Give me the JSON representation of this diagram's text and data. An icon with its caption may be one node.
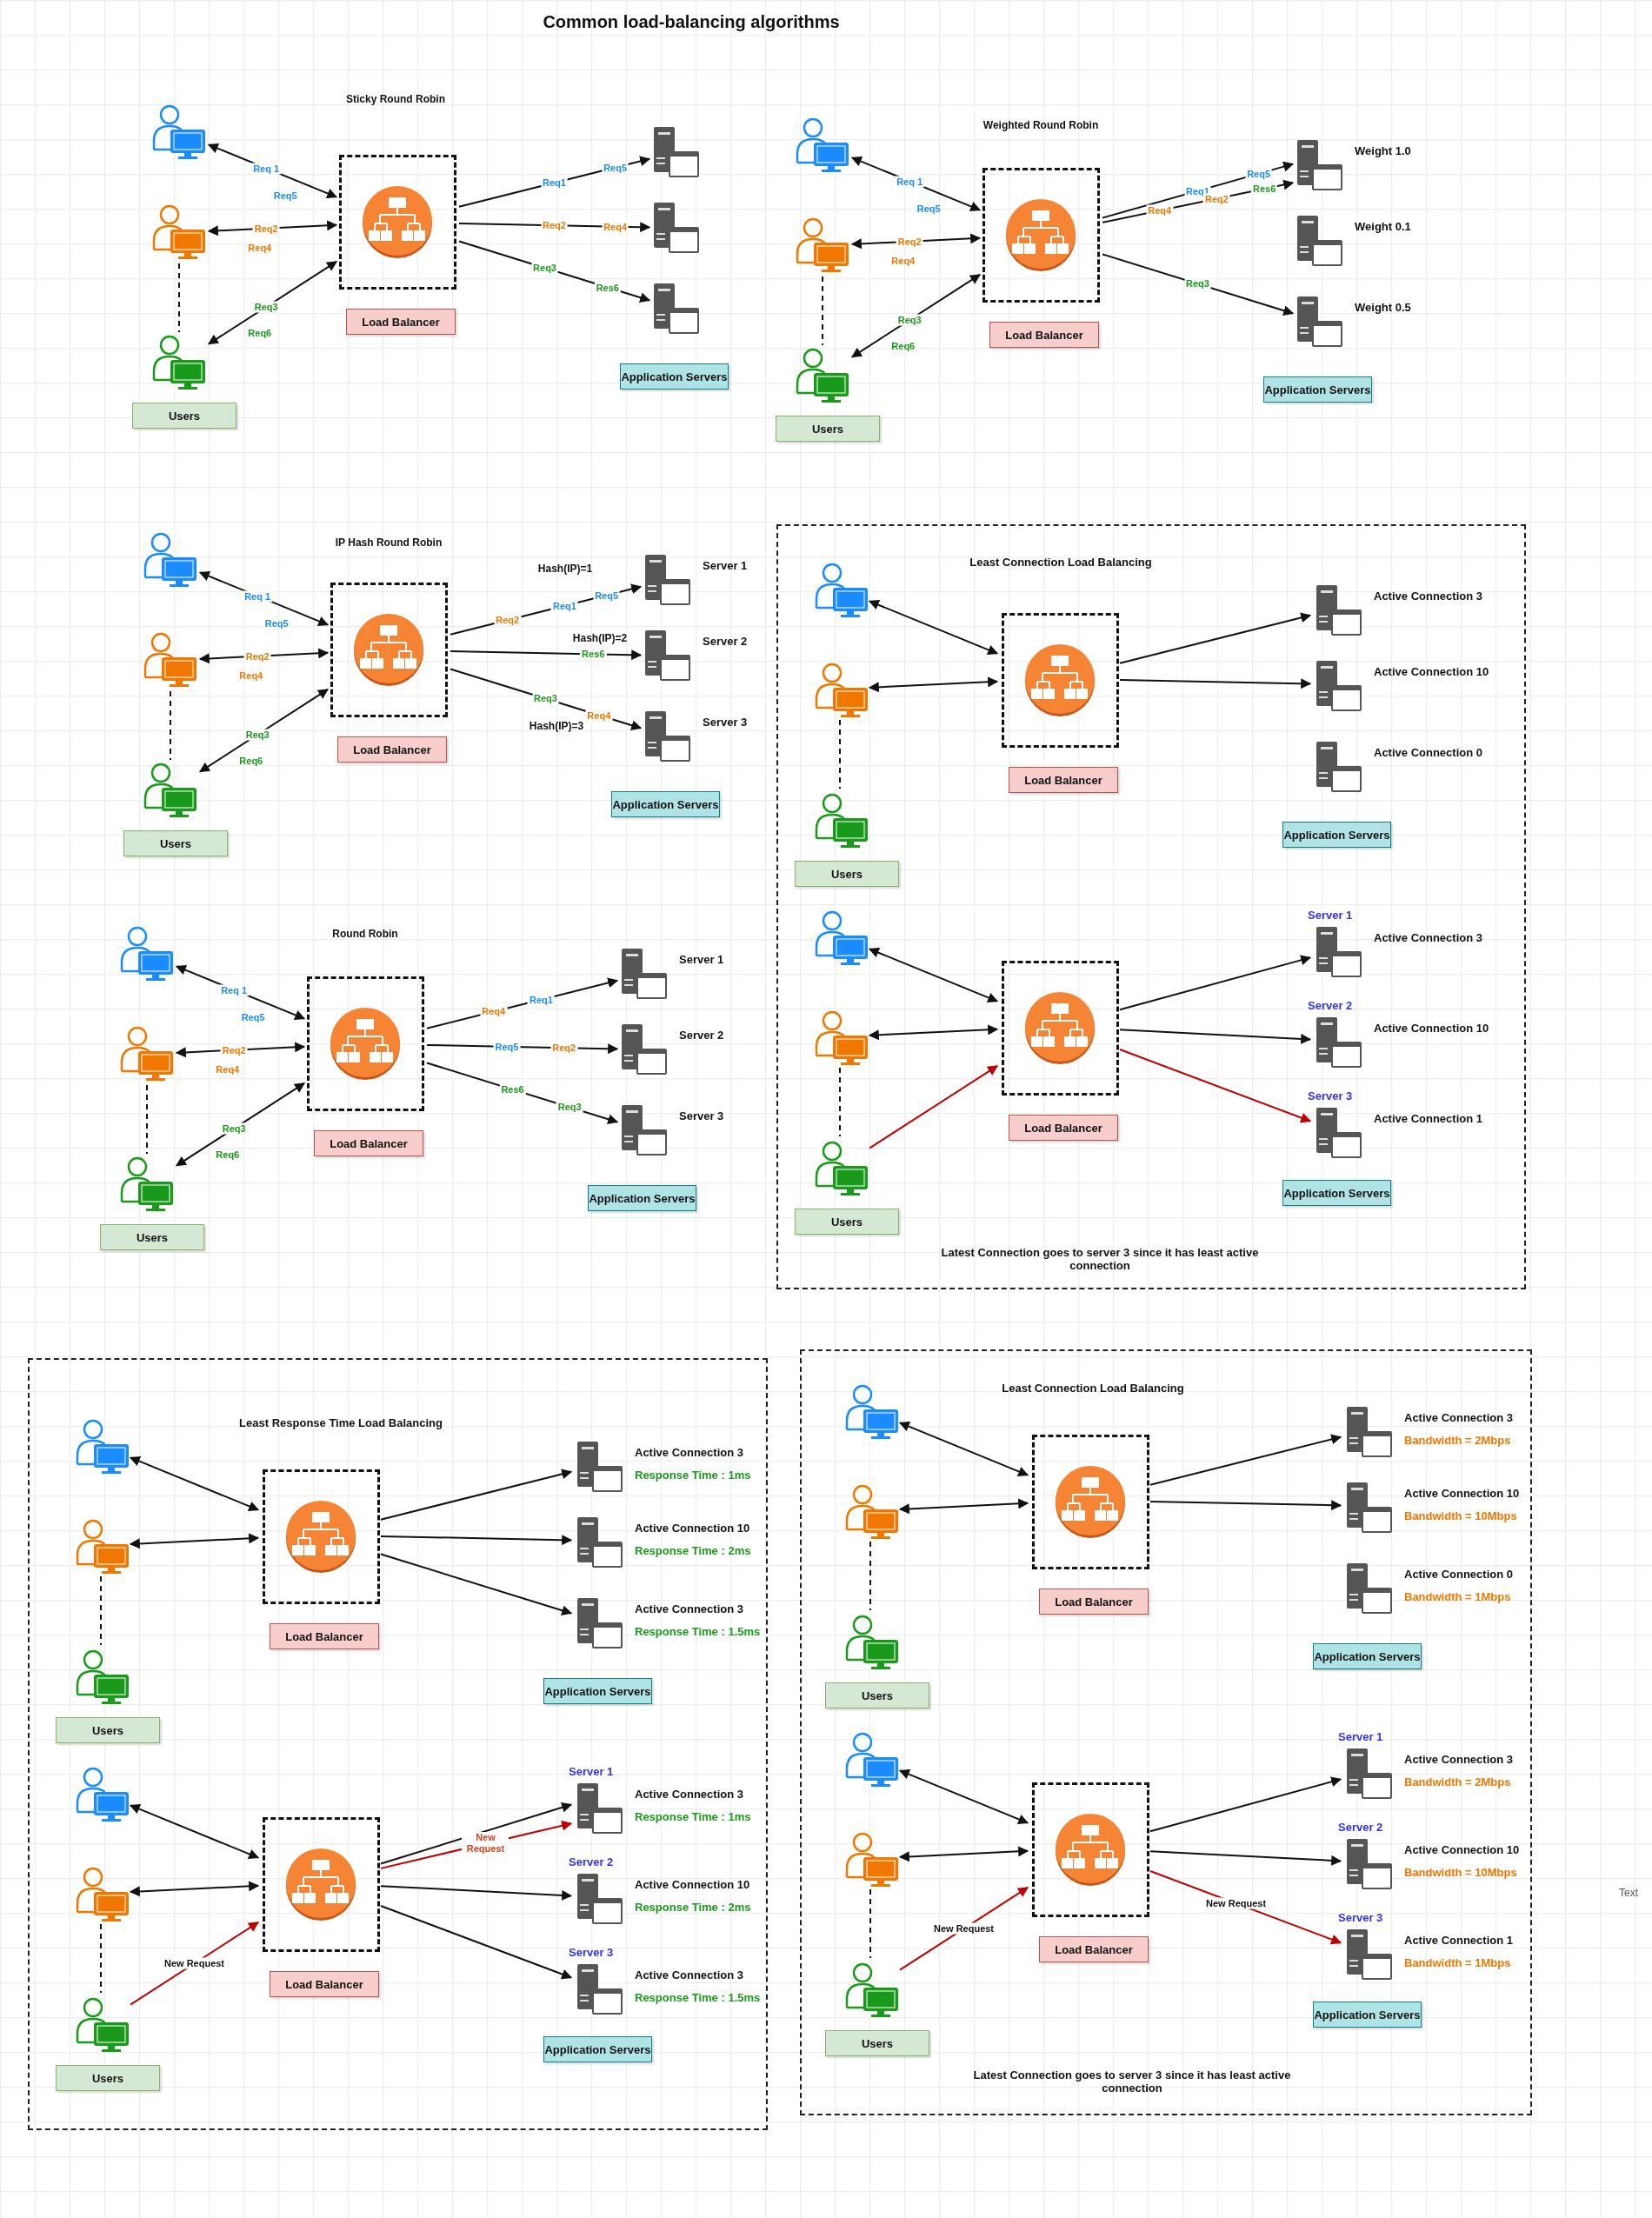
{
  "diagram": {
    "title": "Common load-balancing algorithms",
    "nodes": [
      {
        "text": [],
        "shape": "person"
      },
      {
        "text": [],
        "shape": "person"
      },
      {
        "text": [],
        "shape": "person"
      },
      {
        "text": [],
        "shape": "box"
      },
      {
        "text": [
          "Load Balancer"
        ]
      },
      {
        "text": [
          "Users"
        ]
      },
      {
        "text": [],
        "shape": "server"
      },
      {
        "text": [],
        "shape": "server"
      },
      {
        "text": [],
        "shape": "server"
      },
      {
        "text": [
          "Application Servers"
        ]
      },
      {
        "text": [],
        "shape": "person"
      },
      {
        "text": [],
        "shape": "person"
      },
      {
        "text": [],
        "shape": "person"
      },
      {
        "text": [],
        "shape": "box"
      },
      {
        "text": [
          "Load Balancer"
        ]
      },
      {
        "text": [
          "Users"
        ]
      },
      {
        "text": [],
        "shape": "server",
        "beside": [
          "Weight 1.0"
        ]
      },
      {
        "text": [],
        "shape": "server",
        "beside": [
          "Weight 0.1"
        ]
      },
      {
        "text": [],
        "shape": "server",
        "beside": [
          "Weight 0.5"
        ]
      },
      {
        "text": [
          "Application Servers"
        ]
      },
      {
        "text": [],
        "shape": "person"
      },
      {
        "text": [],
        "shape": "person"
      },
      {
        "text": [],
        "shape": "person"
      },
      {
        "text": [],
        "shape": "box"
      },
      {
        "text": [
          "Load Balancer"
        ]
      },
      {
        "text": [
          "Users"
        ]
      },
      {
        "text": [],
        "shape": "server",
        "beside": [
          "Server 1"
        ]
      },
      {
        "text": [],
        "shape": "server",
        "beside": [
          "Server 2"
        ]
      },
      {
        "text": [],
        "shape": "server",
        "beside": [
          "Server 3"
        ]
      },
      {
        "text": [
          "Application Servers"
        ]
      },
      {
        "text": [],
        "shape": "person"
      },
      {
        "text": [],
        "shape": "person"
      },
      {
        "text": [],
        "shape": "person"
      },
      {
        "text": [],
        "shape": "box"
      },
      {
        "text": [
          "Load Balancer"
        ]
      },
      {
        "text": [
          "Users"
        ]
      },
      {
        "text": [],
        "shape": "server",
        "beside": [
          "Server 1"
        ]
      },
      {
        "text": [],
        "shape": "server",
        "beside": [
          "Server 2"
        ]
      },
      {
        "text": [],
        "shape": "server",
        "beside": [
          "Server 3"
        ]
      },
      {
        "text": [
          "Application Servers"
        ]
      },
      {
        "text": [
          "Least Connection Load Balancing",
          "Latest Connection goes to server 3 since it has least active connection"
        ]
      },
      {
        "text": [],
        "shape": "person",
        "in": 40
      },
      {
        "text": [],
        "shape": "person",
        "in": 40
      },
      {
        "text": [],
        "shape": "person",
        "in": 40
      },
      {
        "text": [],
        "shape": "box",
        "in": 40
      },
      {
        "text": [
          "Load Balancer"
        ],
        "in": 40
      },
      {
        "text": [
          "Users"
        ],
        "in": 40
      },
      {
        "text": [],
        "shape": "server",
        "beside": [
          "Active Connection 3"
        ],
        "in": 40
      },
      {
        "text": [],
        "shape": "server",
        "beside": [
          "Active Connection 10"
        ],
        "in": 40
      },
      {
        "text": [],
        "shape": "server",
        "beside": [
          "Active Connection 0"
        ],
        "in": 40
      },
      {
        "text": [
          "Application Servers"
        ],
        "in": 40
      },
      {
        "text": [],
        "shape": "person",
        "in": 40
      },
      {
        "text": [],
        "shape": "person",
        "in": 40
      },
      {
        "text": [],
        "shape": "person",
        "in": 40
      },
      {
        "text": [],
        "shape": "box",
        "in": 40
      },
      {
        "text": [
          "Load Balancer"
        ],
        "in": 40
      },
      {
        "text": [
          "Users"
        ],
        "in": 40
      },
      {
        "text": [],
        "shape": "server",
        "beside": [
          "Server 1",
          "Active Connection 3"
        ],
        "in": 40
      },
      {
        "text": [],
        "shape": "server",
        "beside": [
          "Server 2",
          "Active Connection 10"
        ],
        "in": 40
      },
      {
        "text": [],
        "shape": "server",
        "beside": [
          "Server 3",
          "Active Connection 1"
        ],
        "in": 40
      },
      {
        "text": [
          "Application Servers"
        ],
        "in": 40
      },
      {
        "text": [
          "Least Response Time Load Balancing"
        ]
      },
      {
        "text": [],
        "shape": "person",
        "in": 61
      },
      {
        "text": [],
        "shape": "person",
        "in": 61
      },
      {
        "text": [],
        "shape": "person",
        "in": 61
      },
      {
        "text": [],
        "shape": "box",
        "in": 61
      },
      {
        "text": [
          "Load Balancer"
        ],
        "in": 61
      },
      {
        "text": [
          "Users"
        ],
        "in": 61
      },
      {
        "text": [],
        "shape": "server",
        "beside": [
          "Active Connection 3",
          "Response Time : 1ms"
        ],
        "in": 61
      },
      {
        "text": [],
        "shape": "server",
        "beside": [
          "Active Connection 10",
          "Response Time : 2ms"
        ],
        "in": 61
      },
      {
        "text": [],
        "shape": "server",
        "beside": [
          "Active Connection 3",
          "Response Time : 1.5ms"
        ],
        "in": 61
      },
      {
        "text": [
          "Application Servers"
        ],
        "in": 61
      },
      {
        "text": [],
        "shape": "person",
        "in": 61
      },
      {
        "text": [],
        "shape": "person",
        "in": 61
      },
      {
        "text": [],
        "shape": "person",
        "in": 61
      },
      {
        "text": [],
        "shape": "box",
        "in": 61
      },
      {
        "text": [
          "Load Balancer"
        ],
        "in": 61
      },
      {
        "text": [
          "Users"
        ],
        "in": 61
      },
      {
        "text": [],
        "shape": "server",
        "beside": [
          "Server 1",
          "Active Connection 3",
          "Response Time : 1ms"
        ],
        "in": 61
      },
      {
        "text": [],
        "shape": "server",
        "beside": [
          "Server 2",
          "Active Connection 10",
          "Response Time : 2ms"
        ],
        "in": 61
      },
      {
        "text": [],
        "shape": "server",
        "beside": [
          "Server 3",
          "Active Connection 3",
          "Response Time : 1.5ms"
        ],
        "in": 61
      },
      {
        "text": [
          "Application Servers"
        ],
        "in": 61
      },
      {
        "text": [
          "Least Connection Load Balancing",
          "Latest Connection goes to server 3 since it has least active connection"
        ]
      },
      {
        "text": [],
        "shape": "person",
        "in": 82
      },
      {
        "text": [],
        "shape": "person",
        "in": 82
      },
      {
        "text": [],
        "shape": "person",
        "in": 82
      },
      {
        "text": [],
        "shape": "box",
        "in": 82
      },
      {
        "text": [
          "Load Balancer"
        ],
        "in": 82
      },
      {
        "text": [
          "Users"
        ],
        "in": 82
      },
      {
        "text": [],
        "shape": "server",
        "beside": [
          "Active Connection 3",
          "Bandwidth = 2Mbps"
        ],
        "in": 82
      },
      {
        "text": [],
        "shape": "server",
        "beside": [
          "Active Connection 10",
          "Bandwidth = 10Mbps"
        ],
        "in": 82
      },
      {
        "text": [],
        "shape": "server",
        "beside": [
          "Active Connection 0",
          "Bandwidth = 1Mbps"
        ],
        "in": 82
      },
      {
        "text": [
          "Application Servers"
        ],
        "in": 82
      },
      {
        "text": [],
        "shape": "person",
        "in": 82
      },
      {
        "text": [],
        "shape": "person",
        "in": 82
      },
      {
        "text": [],
        "shape": "person",
        "in": 82
      },
      {
        "text": [],
        "shape": "box",
        "in": 82
      },
      {
        "text": [
          "Load Balancer"
        ],
        "in": 82
      },
      {
        "text": [
          "Users"
        ],
        "in": 82
      },
      {
        "text": [],
        "shape": "server",
        "beside": [
          "Server 1",
          "Active Connection 3",
          "Bandwidth = 2Mbps"
        ],
        "in": 82
      },
      {
        "text": [],
        "shape": "server",
        "beside": [
          "Server 2",
          "Active Connection 10",
          "Bandwidth = 10Mbps"
        ],
        "in": 82
      },
      {
        "text": [],
        "shape": "server",
        "beside": [
          "Server 3",
          "Active Connection 1",
          "Bandwidth = 1Mbps"
        ],
        "in": 82
      },
      {
        "text": [
          "Application Servers"
        ],
        "in": 82
      }
    ],
    "edges": [
      {
        "from": 0,
        "to": 3,
        "arrow": "both",
        "label": "Req 1"
      },
      {
        "from": 1,
        "to": 3,
        "arrow": "both",
        "label": "Req2"
      },
      {
        "from": 2,
        "to": 3,
        "arrow": "both",
        "label": "Req3"
      },
      {
        "from": 1,
        "to": 2,
        "arrow": "none",
        "style": "dashed"
      },
      {
        "from": 3,
        "to": 6,
        "arrow": "to",
        "label": "Req1"
      },
      {
        "from": 3,
        "to": 7,
        "arrow": "to",
        "label": "Req2"
      },
      {
        "from": 3,
        "to": 8,
        "arrow": "to",
        "label": "Req3"
      },
      {
        "from": 10,
        "to": 13,
        "arrow": "both",
        "label": "Req 1"
      },
      {
        "from": 11,
        "to": 13,
        "arrow": "both",
        "label": "Req2"
      },
      {
        "from": 12,
        "to": 13,
        "arrow": "both",
        "label": "Req3"
      },
      {
        "from": 11,
        "to": 12,
        "arrow": "none",
        "style": "dashed"
      },
      {
        "from": 13,
        "to": 16,
        "arrow": "to",
        "label": "Req1"
      },
      {
        "from": 13,
        "to": 16,
        "arrow": "to",
        "label": "Req2"
      },
      {
        "from": 13,
        "to": 18,
        "arrow": "to",
        "label": "Req3"
      },
      {
        "from": 20,
        "to": 23,
        "arrow": "both",
        "label": "Req 1"
      },
      {
        "from": 21,
        "to": 23,
        "arrow": "both",
        "label": "Req2"
      },
      {
        "from": 22,
        "to": 23,
        "arrow": "both",
        "label": "Req3"
      },
      {
        "from": 21,
        "to": 22,
        "arrow": "none",
        "style": "dashed"
      },
      {
        "from": 23,
        "to": 26,
        "arrow": "to",
        "label": "Req1"
      },
      {
        "from": 23,
        "to": 27,
        "arrow": "to",
        "label": "Res6"
      },
      {
        "from": 23,
        "to": 28,
        "arrow": "to",
        "label": "Req3"
      },
      {
        "from": 30,
        "to": 33,
        "arrow": "both",
        "label": "Req 1"
      },
      {
        "from": 31,
        "to": 33,
        "arrow": "both",
        "label": "Req2"
      },
      {
        "from": 32,
        "to": 33,
        "arrow": "both",
        "label": "Req3"
      },
      {
        "from": 31,
        "to": 32,
        "arrow": "none",
        "style": "dashed"
      },
      {
        "from": 33,
        "to": 36,
        "arrow": "to",
        "label": "Req1"
      },
      {
        "from": 33,
        "to": 37,
        "arrow": "to",
        "label": "Req2"
      },
      {
        "from": 33,
        "to": 38,
        "arrow": "to",
        "label": "Req3"
      },
      {
        "from": 41,
        "to": 44,
        "arrow": "both"
      },
      {
        "from": 42,
        "to": 44,
        "arrow": "both"
      },
      {
        "from": 42,
        "to": 43,
        "arrow": "none",
        "style": "dashed"
      },
      {
        "from": 44,
        "to": 47,
        "arrow": "to"
      },
      {
        "from": 44,
        "to": 48,
        "arrow": "to"
      },
      {
        "from": 51,
        "to": 54,
        "arrow": "both"
      },
      {
        "from": 52,
        "to": 54,
        "arrow": "both"
      },
      {
        "from": 52,
        "to": 53,
        "arrow": "none",
        "style": "dashed"
      },
      {
        "from": 53,
        "to": 54,
        "arrow": "to",
        "color": "#c00000"
      },
      {
        "from": 54,
        "to": 57,
        "arrow": "to"
      },
      {
        "from": 54,
        "to": 58,
        "arrow": "to"
      },
      {
        "from": 54,
        "to": 59,
        "arrow": "to",
        "color": "#c00000"
      },
      {
        "from": 62,
        "to": 65,
        "arrow": "both"
      },
      {
        "from": 63,
        "to": 65,
        "arrow": "both"
      },
      {
        "from": 63,
        "to": 64,
        "arrow": "none",
        "style": "dashed"
      },
      {
        "from": 65,
        "to": 68,
        "arrow": "to"
      },
      {
        "from": 65,
        "to": 69,
        "arrow": "to"
      },
      {
        "from": 65,
        "to": 70,
        "arrow": "to"
      },
      {
        "from": 72,
        "to": 75,
        "arrow": "both"
      },
      {
        "from": 73,
        "to": 75,
        "arrow": "both"
      },
      {
        "from": 73,
        "to": 74,
        "arrow": "none",
        "style": "dashed"
      },
      {
        "from": 74,
        "to": 75,
        "arrow": "to",
        "color": "#c00000",
        "label": "New Request"
      },
      {
        "from": 75,
        "to": 78,
        "arrow": "to"
      },
      {
        "from": 75,
        "to": 78,
        "arrow": "to",
        "color": "#c00000",
        "label": "New Request"
      },
      {
        "from": 75,
        "to": 79,
        "arrow": "to"
      },
      {
        "from": 75,
        "to": 80,
        "arrow": "to"
      },
      {
        "from": 83,
        "to": 86,
        "arrow": "both"
      },
      {
        "from": 84,
        "to": 86,
        "arrow": "both"
      },
      {
        "from": 84,
        "to": 85,
        "arrow": "none",
        "style": "dashed"
      },
      {
        "from": 86,
        "to": 89,
        "arrow": "to"
      },
      {
        "from": 86,
        "to": 90,
        "arrow": "to"
      },
      {
        "from": 93,
        "to": 96,
        "arrow": "both"
      },
      {
        "from": 94,
        "to": 96,
        "arrow": "both"
      },
      {
        "from": 94,
        "to": 95,
        "arrow": "none",
        "style": "dashed"
      },
      {
        "from": 95,
        "to": 96,
        "arrow": "to",
        "color": "#c00000",
        "label": "New Request"
      },
      {
        "from": 96,
        "to": 99,
        "arrow": "to"
      },
      {
        "from": 96,
        "to": 100,
        "arrow": "to"
      },
      {
        "from": 96,
        "to": 101,
        "arrow": "to",
        "color": "#c00000",
        "label": "New Request"
      }
    ],
    "labels": [
      "Sticky Round Robin",
      "Req5",
      "Req4",
      "Req6",
      "Req5",
      "Req4",
      "Res6",
      "Weighted Round Robin",
      "Req5",
      "Req4",
      "Req6",
      "Req5",
      "Req4",
      "Res6",
      "IP Hash Round Robin",
      "Req5",
      "Req4",
      "Req6",
      "Hash(IP)=1",
      "Req2",
      "Req5",
      "Hash(IP)=2",
      "Req4",
      "Hash(IP)=3",
      "Round Robin",
      "Req5",
      "Req4",
      "Req6",
      "Req4",
      "Req5",
      "Res6",
      "Text"
    ]
  }
}
